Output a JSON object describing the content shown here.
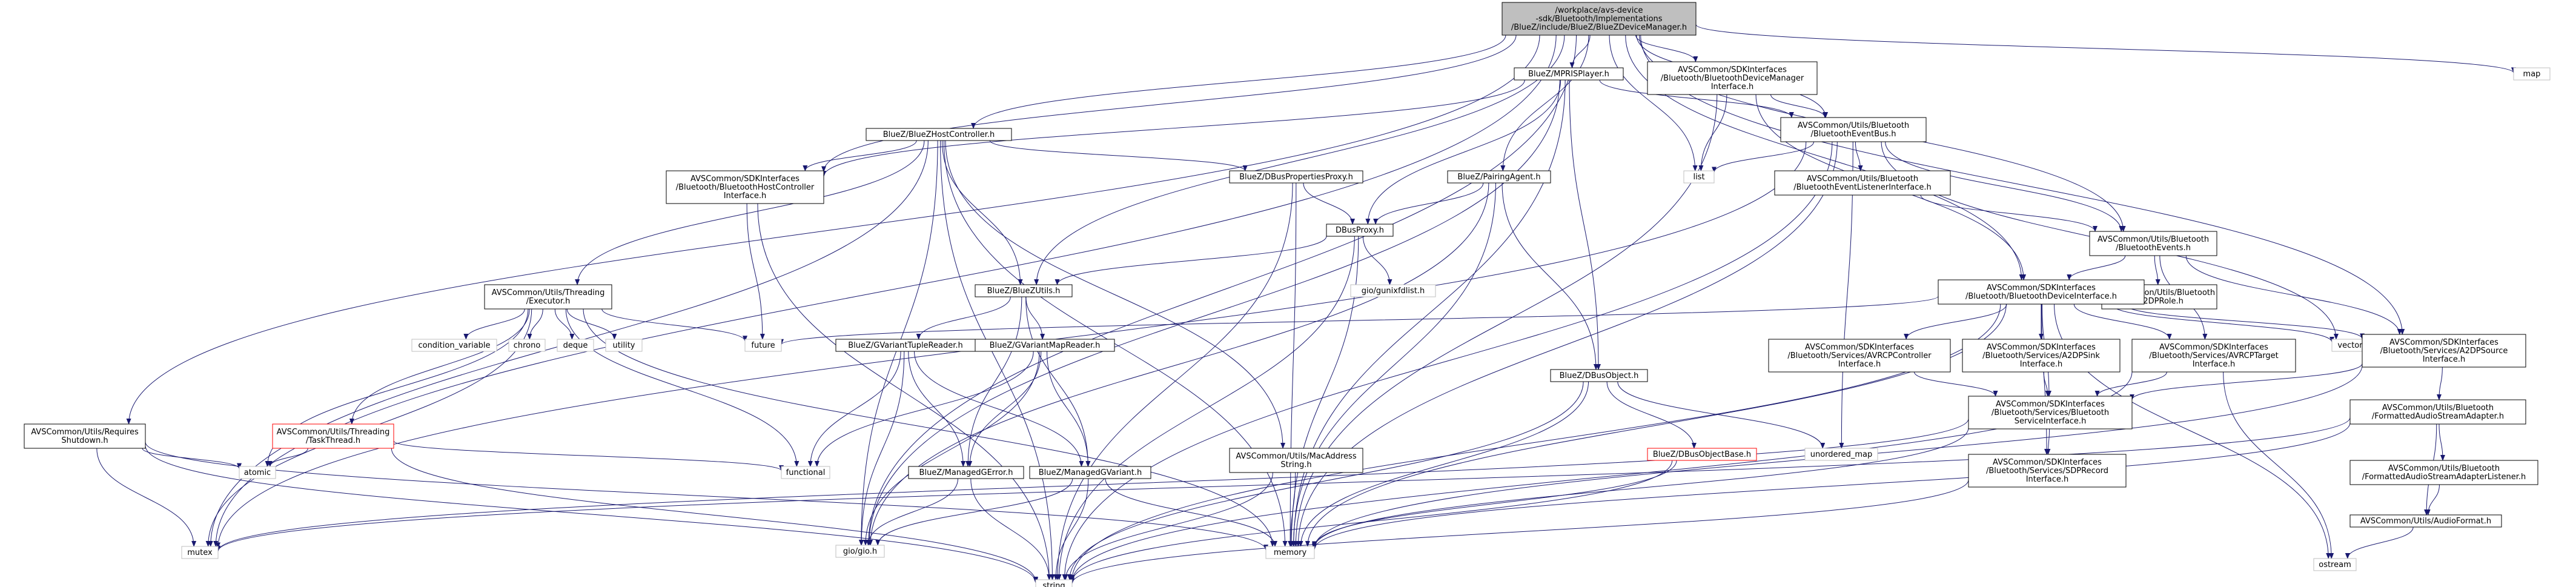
{
  "colors": {
    "edge": "#191970",
    "node_border": "#000000",
    "node_fill": "#ffffff",
    "root_fill": "#bfbfbf",
    "missing_border": "#bfbfbf",
    "red_border": "#ff0000"
  },
  "nodes": [
    {
      "id": "root",
      "lines": [
        "/workplace/avs-device",
        "-sdk/Bluetooth/Implementations",
        "/BlueZ/include/BlueZ/BlueZDeviceManager.h"
      ],
      "style": "root"
    },
    {
      "id": "mutex",
      "lines": [
        "mutex"
      ],
      "style": "missing"
    },
    {
      "id": "requires_shutdown",
      "lines": [
        "AVSCommon/Utils/Requires",
        "Shutdown.h"
      ],
      "style": "normal"
    },
    {
      "id": "bluez_host_controller",
      "lines": [
        "BlueZ/BlueZHostController.h"
      ],
      "style": "normal"
    },
    {
      "id": "sdk_host_controller",
      "lines": [
        "AVSCommon/SDKInterfaces",
        "/Bluetooth/BluetoothHostController",
        "Interface.h"
      ],
      "style": "normal"
    },
    {
      "id": "executor",
      "lines": [
        "AVSCommon/Utils/Threading",
        "/Executor.h"
      ],
      "style": "normal"
    },
    {
      "id": "task_thread",
      "lines": [
        "AVSCommon/Utils/Threading",
        "/TaskThread.h"
      ],
      "style": "red"
    },
    {
      "id": "atomic",
      "lines": [
        "atomic"
      ],
      "style": "missing"
    },
    {
      "id": "condition_variable",
      "lines": [
        "condition_variable"
      ],
      "style": "missing"
    },
    {
      "id": "chrono",
      "lines": [
        "chrono"
      ],
      "style": "missing"
    },
    {
      "id": "deque",
      "lines": [
        "deque"
      ],
      "style": "missing"
    },
    {
      "id": "utility",
      "lines": [
        "utility"
      ],
      "style": "missing"
    },
    {
      "id": "future",
      "lines": [
        "future"
      ],
      "style": "missing"
    },
    {
      "id": "functional",
      "lines": [
        "functional"
      ],
      "style": "missing"
    },
    {
      "id": "bluez_utils",
      "lines": [
        "BlueZ/BlueZUtils.h"
      ],
      "style": "normal"
    },
    {
      "id": "gvariant_tuple_reader",
      "lines": [
        "BlueZ/GVariantTupleReader.h"
      ],
      "style": "normal"
    },
    {
      "id": "gvariant_map_reader",
      "lines": [
        "BlueZ/GVariantMapReader.h"
      ],
      "style": "normal"
    },
    {
      "id": "managed_gerror",
      "lines": [
        "BlueZ/ManagedGError.h"
      ],
      "style": "normal"
    },
    {
      "id": "managed_gvariant",
      "lines": [
        "BlueZ/ManagedGVariant.h"
      ],
      "style": "normal"
    },
    {
      "id": "gio",
      "lines": [
        "gio/gio.h"
      ],
      "style": "missing"
    },
    {
      "id": "string",
      "lines": [
        "string"
      ],
      "style": "missing"
    },
    {
      "id": "memory",
      "lines": [
        "memory"
      ],
      "style": "missing"
    },
    {
      "id": "mac_address",
      "lines": [
        "AVSCommon/Utils/MacAddress",
        "String.h"
      ],
      "style": "normal"
    },
    {
      "id": "mpris_player",
      "lines": [
        "BlueZ/MPRISPlayer.h"
      ],
      "style": "normal"
    },
    {
      "id": "dbus_properties_proxy",
      "lines": [
        "BlueZ/DBusPropertiesProxy.h"
      ],
      "style": "normal"
    },
    {
      "id": "dbus_proxy",
      "lines": [
        "DBusProxy.h"
      ],
      "style": "normal"
    },
    {
      "id": "gunixfdlist",
      "lines": [
        "gio/gunixfdlist.h"
      ],
      "style": "missing"
    },
    {
      "id": "pairing_agent",
      "lines": [
        "BlueZ/PairingAgent.h"
      ],
      "style": "normal"
    },
    {
      "id": "dbus_object",
      "lines": [
        "BlueZ/DBusObject.h"
      ],
      "style": "normal"
    },
    {
      "id": "dbus_object_base",
      "lines": [
        "BlueZ/DBusObjectBase.h"
      ],
      "style": "red"
    },
    {
      "id": "unordered_map",
      "lines": [
        "unordered_map"
      ],
      "style": "missing"
    },
    {
      "id": "sdk_device_manager",
      "lines": [
        "AVSCommon/SDKInterfaces",
        "/Bluetooth/BluetoothDeviceManager",
        "Interface.h"
      ],
      "style": "normal"
    },
    {
      "id": "list",
      "lines": [
        "list"
      ],
      "style": "missing"
    },
    {
      "id": "event_bus",
      "lines": [
        "AVSCommon/Utils/Bluetooth",
        "/BluetoothEventBus.h"
      ],
      "style": "normal"
    },
    {
      "id": "event_listener",
      "lines": [
        "AVSCommon/Utils/Bluetooth",
        "/BluetoothEventListenerInterface.h"
      ],
      "style": "normal"
    },
    {
      "id": "bluetooth_events",
      "lines": [
        "AVSCommon/Utils/Bluetooth",
        "/BluetoothEvents.h"
      ],
      "style": "normal"
    },
    {
      "id": "a2dp_role",
      "lines": [
        "AVSCommon/Utils/Bluetooth",
        "/A2DPRole.h"
      ],
      "style": "normal"
    },
    {
      "id": "sdk_device",
      "lines": [
        "AVSCommon/SDKInterfaces",
        "/Bluetooth/BluetoothDeviceInterface.h"
      ],
      "style": "normal"
    },
    {
      "id": "avrcp_controller",
      "lines": [
        "AVSCommon/SDKInterfaces",
        "/Bluetooth/Services/AVRCPController",
        "Interface.h"
      ],
      "style": "normal"
    },
    {
      "id": "a2dp_sink",
      "lines": [
        "AVSCommon/SDKInterfaces",
        "/Bluetooth/Services/A2DPSink",
        "Interface.h"
      ],
      "style": "normal"
    },
    {
      "id": "avrcp_target",
      "lines": [
        "AVSCommon/SDKInterfaces",
        "/Bluetooth/Services/AVRCPTarget",
        "Interface.h"
      ],
      "style": "normal"
    },
    {
      "id": "bt_service",
      "lines": [
        "AVSCommon/SDKInterfaces",
        "/Bluetooth/Services/Bluetooth",
        "ServiceInterface.h"
      ],
      "style": "normal"
    },
    {
      "id": "sdp_record",
      "lines": [
        "AVSCommon/SDKInterfaces",
        "/Bluetooth/Services/SDPRecord",
        "Interface.h"
      ],
      "style": "normal"
    },
    {
      "id": "vector",
      "lines": [
        "vector"
      ],
      "style": "missing"
    },
    {
      "id": "a2dp_source",
      "lines": [
        "AVSCommon/SDKInterfaces",
        "/Bluetooth/Services/A2DPSource",
        "Interface.h"
      ],
      "style": "normal"
    },
    {
      "id": "formatted_adapter",
      "lines": [
        "AVSCommon/Utils/Bluetooth",
        "/FormattedAudioStreamAdapter.h"
      ],
      "style": "normal"
    },
    {
      "id": "formatted_listener",
      "lines": [
        "AVSCommon/Utils/Bluetooth",
        "/FormattedAudioStreamAdapterListener.h"
      ],
      "style": "normal"
    },
    {
      "id": "audio_format",
      "lines": [
        "AVSCommon/Utils/AudioFormat.h"
      ],
      "style": "normal"
    },
    {
      "id": "ostream",
      "lines": [
        "ostream"
      ],
      "style": "missing"
    },
    {
      "id": "map",
      "lines": [
        "map"
      ],
      "style": "missing"
    }
  ],
  "edges": [
    [
      "root",
      "mutex"
    ],
    [
      "root",
      "requires_shutdown"
    ],
    [
      "root",
      "bluez_host_controller"
    ],
    [
      "root",
      "sdk_host_controller"
    ],
    [
      "root",
      "bluez_utils"
    ],
    [
      "root",
      "gio"
    ],
    [
      "root",
      "mpris_player"
    ],
    [
      "root",
      "sdk_device_manager"
    ],
    [
      "root",
      "list"
    ],
    [
      "root",
      "event_bus"
    ],
    [
      "root",
      "pairing_agent"
    ],
    [
      "root",
      "sdk_device"
    ],
    [
      "root",
      "bluetooth_events"
    ],
    [
      "root",
      "a2dp_source"
    ],
    [
      "root",
      "map"
    ],
    [
      "requires_shutdown",
      "atomic"
    ],
    [
      "requires_shutdown",
      "mutex"
    ],
    [
      "requires_shutdown",
      "string"
    ],
    [
      "requires_shutdown",
      "memory"
    ],
    [
      "bluez_host_controller",
      "sdk_host_controller"
    ],
    [
      "bluez_host_controller",
      "executor"
    ],
    [
      "bluez_host_controller",
      "bluez_utils"
    ],
    [
      "bluez_host_controller",
      "dbus_properties_proxy"
    ],
    [
      "bluez_host_controller",
      "mac_address"
    ],
    [
      "bluez_host_controller",
      "mutex"
    ],
    [
      "bluez_host_controller",
      "gio"
    ],
    [
      "bluez_host_controller",
      "string"
    ],
    [
      "bluez_host_controller",
      "memory"
    ],
    [
      "sdk_host_controller",
      "future"
    ],
    [
      "sdk_host_controller",
      "string"
    ],
    [
      "executor",
      "task_thread"
    ],
    [
      "executor",
      "atomic"
    ],
    [
      "executor",
      "condition_variable"
    ],
    [
      "executor",
      "chrono"
    ],
    [
      "executor",
      "deque"
    ],
    [
      "executor",
      "utility"
    ],
    [
      "executor",
      "future"
    ],
    [
      "executor",
      "functional"
    ],
    [
      "executor",
      "mutex"
    ],
    [
      "executor",
      "memory"
    ],
    [
      "task_thread",
      "atomic"
    ],
    [
      "task_thread",
      "functional"
    ],
    [
      "task_thread",
      "string"
    ],
    [
      "bluez_utils",
      "gvariant_tuple_reader"
    ],
    [
      "bluez_utils",
      "gvariant_map_reader"
    ],
    [
      "bluez_utils",
      "managed_gerror"
    ],
    [
      "bluez_utils",
      "managed_gvariant"
    ],
    [
      "gvariant_tuple_reader",
      "managed_gerror"
    ],
    [
      "gvariant_tuple_reader",
      "managed_gvariant"
    ],
    [
      "gvariant_tuple_reader",
      "functional"
    ],
    [
      "gvariant_tuple_reader",
      "gio"
    ],
    [
      "gvariant_map_reader",
      "managed_gerror"
    ],
    [
      "gvariant_map_reader",
      "managed_gvariant"
    ],
    [
      "gvariant_map_reader",
      "functional"
    ],
    [
      "gvariant_map_reader",
      "gio"
    ],
    [
      "managed_gerror",
      "gio"
    ],
    [
      "managed_gerror",
      "string"
    ],
    [
      "managed_gvariant",
      "gio"
    ],
    [
      "managed_gvariant",
      "string"
    ],
    [
      "managed_gvariant",
      "memory"
    ],
    [
      "mac_address",
      "string"
    ],
    [
      "mac_address",
      "memory"
    ],
    [
      "mpris_player",
      "sdk_host_controller"
    ],
    [
      "mpris_player",
      "dbus_proxy"
    ],
    [
      "mpris_player",
      "dbus_object"
    ],
    [
      "mpris_player",
      "event_bus"
    ],
    [
      "mpris_player",
      "memory"
    ],
    [
      "mpris_player",
      "gio"
    ],
    [
      "dbus_properties_proxy",
      "dbus_proxy"
    ],
    [
      "dbus_properties_proxy",
      "string"
    ],
    [
      "dbus_properties_proxy",
      "memory"
    ],
    [
      "dbus_proxy",
      "bluez_utils"
    ],
    [
      "dbus_proxy",
      "gunixfdlist"
    ],
    [
      "dbus_proxy",
      "string"
    ],
    [
      "dbus_proxy",
      "memory"
    ],
    [
      "pairing_agent",
      "dbus_proxy"
    ],
    [
      "pairing_agent",
      "dbus_object"
    ],
    [
      "pairing_agent",
      "gio"
    ],
    [
      "pairing_agent",
      "memory"
    ],
    [
      "dbus_object",
      "dbus_object_base"
    ],
    [
      "dbus_object",
      "unordered_map"
    ],
    [
      "dbus_object",
      "string"
    ],
    [
      "dbus_object",
      "memory"
    ],
    [
      "dbus_object_base",
      "string"
    ],
    [
      "dbus_object_base",
      "memory"
    ],
    [
      "sdk_device_manager",
      "event_bus"
    ],
    [
      "sdk_device_manager",
      "sdk_device"
    ],
    [
      "sdk_device_manager",
      "list"
    ],
    [
      "sdk_device_manager",
      "memory"
    ],
    [
      "event_bus",
      "event_listener"
    ],
    [
      "event_bus",
      "bluetooth_events"
    ],
    [
      "event_bus",
      "list"
    ],
    [
      "event_bus",
      "mutex"
    ],
    [
      "event_bus",
      "memory"
    ],
    [
      "event_bus",
      "unordered_map"
    ],
    [
      "event_bus",
      "vector"
    ],
    [
      "event_bus",
      "string"
    ],
    [
      "event_listener",
      "bluetooth_events"
    ],
    [
      "bluetooth_events",
      "a2dp_role"
    ],
    [
      "bluetooth_events",
      "sdk_device"
    ],
    [
      "bluetooth_events",
      "avrcp_target"
    ],
    [
      "bluetooth_events",
      "a2dp_source"
    ],
    [
      "sdk_device",
      "future"
    ],
    [
      "sdk_device",
      "avrcp_controller"
    ],
    [
      "sdk_device",
      "a2dp_sink"
    ],
    [
      "sdk_device",
      "avrcp_target"
    ],
    [
      "sdk_device",
      "bt_service"
    ],
    [
      "sdk_device",
      "sdp_record"
    ],
    [
      "sdk_device",
      "a2dp_source"
    ],
    [
      "sdk_device",
      "vector"
    ],
    [
      "sdk_device",
      "ostream"
    ],
    [
      "sdk_device",
      "string"
    ],
    [
      "sdk_device",
      "memory"
    ],
    [
      "avrcp_controller",
      "bt_service"
    ],
    [
      "a2dp_sink",
      "bt_service"
    ],
    [
      "avrcp_target",
      "bt_service"
    ],
    [
      "avrcp_target",
      "string"
    ],
    [
      "avrcp_target",
      "ostream"
    ],
    [
      "bt_service",
      "sdp_record"
    ],
    [
      "bt_service",
      "memory"
    ],
    [
      "bt_service",
      "mutex"
    ],
    [
      "sdp_record",
      "string"
    ],
    [
      "a2dp_source",
      "bt_service"
    ],
    [
      "a2dp_source",
      "formatted_adapter"
    ],
    [
      "a2dp_source",
      "memory"
    ],
    [
      "formatted_adapter",
      "formatted_listener"
    ],
    [
      "formatted_adapter",
      "audio_format"
    ],
    [
      "formatted_adapter",
      "mutex"
    ],
    [
      "formatted_adapter",
      "memory"
    ],
    [
      "formatted_listener",
      "audio_format"
    ],
    [
      "audio_format",
      "ostream"
    ]
  ]
}
